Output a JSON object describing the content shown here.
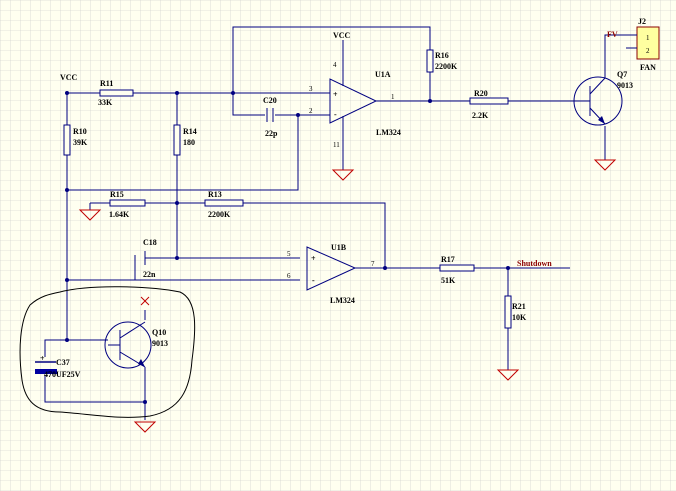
{
  "labels": {
    "vcc_top": "VCC",
    "vcc_left": "VCC",
    "fv": "FV",
    "shutdown": "Shutdown",
    "r11": "R11",
    "r11_val": "33K",
    "r10": "R10",
    "r10_val": "39K",
    "r14": "R14",
    "r14_val": "180",
    "r15": "R15",
    "r15_val": "1.64K",
    "r13": "R13",
    "r13_val": "2200K",
    "r16": "R16",
    "r16_val": "2200K",
    "r20": "R20",
    "r20_val": "2.2K",
    "r17": "R17",
    "r17_val": "51K",
    "r21": "R21",
    "r21_val": "10K",
    "c20": "C20",
    "c20_val": "22p",
    "c18": "C18",
    "c18_val": "22n",
    "c37": "C37",
    "c37_val": "470UF25V",
    "u1a": "U1A",
    "u1a_part": "LM324",
    "u1b": "U1B",
    "u1b_part": "LM324",
    "q7": "Q7",
    "q7_part": "9013",
    "q10": "Q10",
    "q10_part": "9013",
    "j2": "J2",
    "j2_pin1": "1",
    "j2_pin2": "2",
    "j2_name": "FAN",
    "pin3": "3",
    "pin2": "2",
    "pin4": "4",
    "pin11": "11",
    "pin1": "1",
    "pin5": "5",
    "pin6": "6",
    "pin7": "7",
    "plus_a": "+",
    "minus_a": "-",
    "plus_b": "+",
    "minus_b": "-",
    "plus_c37": "+"
  },
  "colors": {
    "background": "#fffff0",
    "grid": "#c8c8c8",
    "wire": "#000080",
    "ground": "#c00000",
    "net_label": "#8b0000"
  }
}
